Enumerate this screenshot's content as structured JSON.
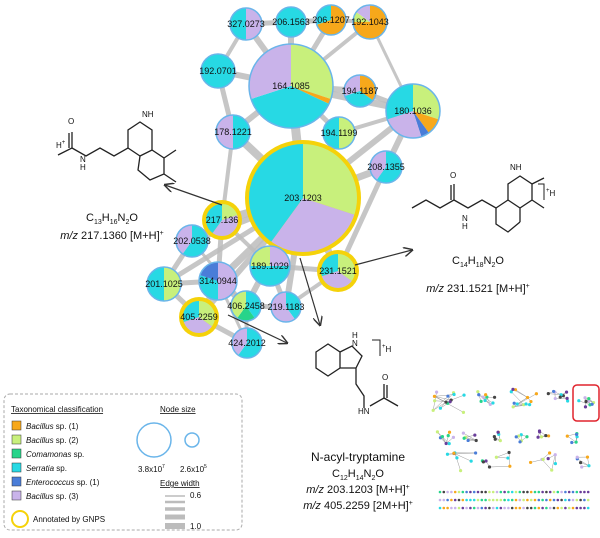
{
  "colors": {
    "bacillus1": "#f7a81b",
    "bacillus2": "#c8f07c",
    "comamonas": "#27d48a",
    "serratia": "#27d9e4",
    "enterococcus": "#4a7dd8",
    "bacillus3": "#c9b3ea",
    "gnps": "#f5d20a",
    "edge": "#bcbcbc",
    "node_border": "#6ab5ea"
  },
  "nodes": [
    {
      "id": "327.0273",
      "label": "327.0273"
    },
    {
      "id": "206.1563",
      "label": "206.1563"
    },
    {
      "id": "206.1207",
      "label": "206.1207"
    },
    {
      "id": "192.1043",
      "label": "192.1043"
    },
    {
      "id": "192.0701",
      "label": "192.0701"
    },
    {
      "id": "164.1085",
      "label": "164.1085"
    },
    {
      "id": "194.1187",
      "label": "194.1187"
    },
    {
      "id": "180.1036",
      "label": "180.1036"
    },
    {
      "id": "178.1221",
      "label": "178.1221"
    },
    {
      "id": "194.1199",
      "label": "194.1199"
    },
    {
      "id": "208.1355",
      "label": "208.1355"
    },
    {
      "id": "203.1203",
      "label": "203.1203"
    },
    {
      "id": "217.136",
      "label": "217.136"
    },
    {
      "id": "202.0538",
      "label": "202.0538"
    },
    {
      "id": "189.1029",
      "label": "189.1029"
    },
    {
      "id": "231.1521",
      "label": "231.1521"
    },
    {
      "id": "201.1025",
      "label": "201.1025"
    },
    {
      "id": "314.0944",
      "label": "314.0944"
    },
    {
      "id": "406.2458",
      "label": "406.2458"
    },
    {
      "id": "219.1183",
      "label": "219.1183"
    },
    {
      "id": "405.2259",
      "label": "405.2259"
    },
    {
      "id": "424.2012",
      "label": "424.2012"
    }
  ],
  "annotations": {
    "left": {
      "prefix": "H",
      "plus": "+",
      "formula_main": "C",
      "sub1": "13",
      "h": "H",
      "sub2": "16",
      "n": "N",
      "sub3": "2",
      "o": "O",
      "mz_label": "m/z",
      "mz_value": "217.1360 [M+H]",
      "mz_sup": "+"
    },
    "right": {
      "suffix": "H",
      "plus": "+",
      "formula_main": "C",
      "sub1": "14",
      "h": "H",
      "sub2": "18",
      "n": "N",
      "sub3": "2",
      "o": "O",
      "mz_label": "m/z",
      "mz_value": "231.1521 [M+H]",
      "mz_sup": "+"
    },
    "center": {
      "suffix": "H",
      "plus": "+",
      "name": "N-acyl-tryptamine",
      "formula_main": "C",
      "sub1": "12",
      "h": "H",
      "sub2": "14",
      "n": "N",
      "sub3": "2",
      "o": "O",
      "mz_label": "m/z",
      "mz1": "203.1203 [M+H]",
      "mz2": "405.2259 [2M+H]",
      "mz_sup": "+"
    }
  },
  "legend": {
    "taxonomy_title": "Taxonomical classification",
    "taxa": [
      {
        "genus": "Bacillus",
        "rest": " sp. (1)",
        "color_key": "bacillus1"
      },
      {
        "genus": "Bacillus",
        "rest": " sp. (2)",
        "color_key": "bacillus2"
      },
      {
        "genus": "Comamonas",
        "rest": " sp.",
        "color_key": "comamonas"
      },
      {
        "genus": "Serratia",
        "rest": " sp.",
        "color_key": "serratia"
      },
      {
        "genus": "Enterococcus",
        "rest": " sp. (1)",
        "color_key": "enterococcus"
      },
      {
        "genus": "Bacillus",
        "rest": " sp. (3)",
        "color_key": "bacillus3"
      }
    ],
    "gnps_label": "Annotated by GNPS",
    "node_size_title": "Node size",
    "node_size_large": "3.8x10",
    "node_size_large_exp": "7",
    "node_size_small": "2.6x10",
    "node_size_small_exp": "5",
    "edge_width_title": "Edge width",
    "edge_width_top": "0.6",
    "edge_width_bottom": "1.0"
  }
}
